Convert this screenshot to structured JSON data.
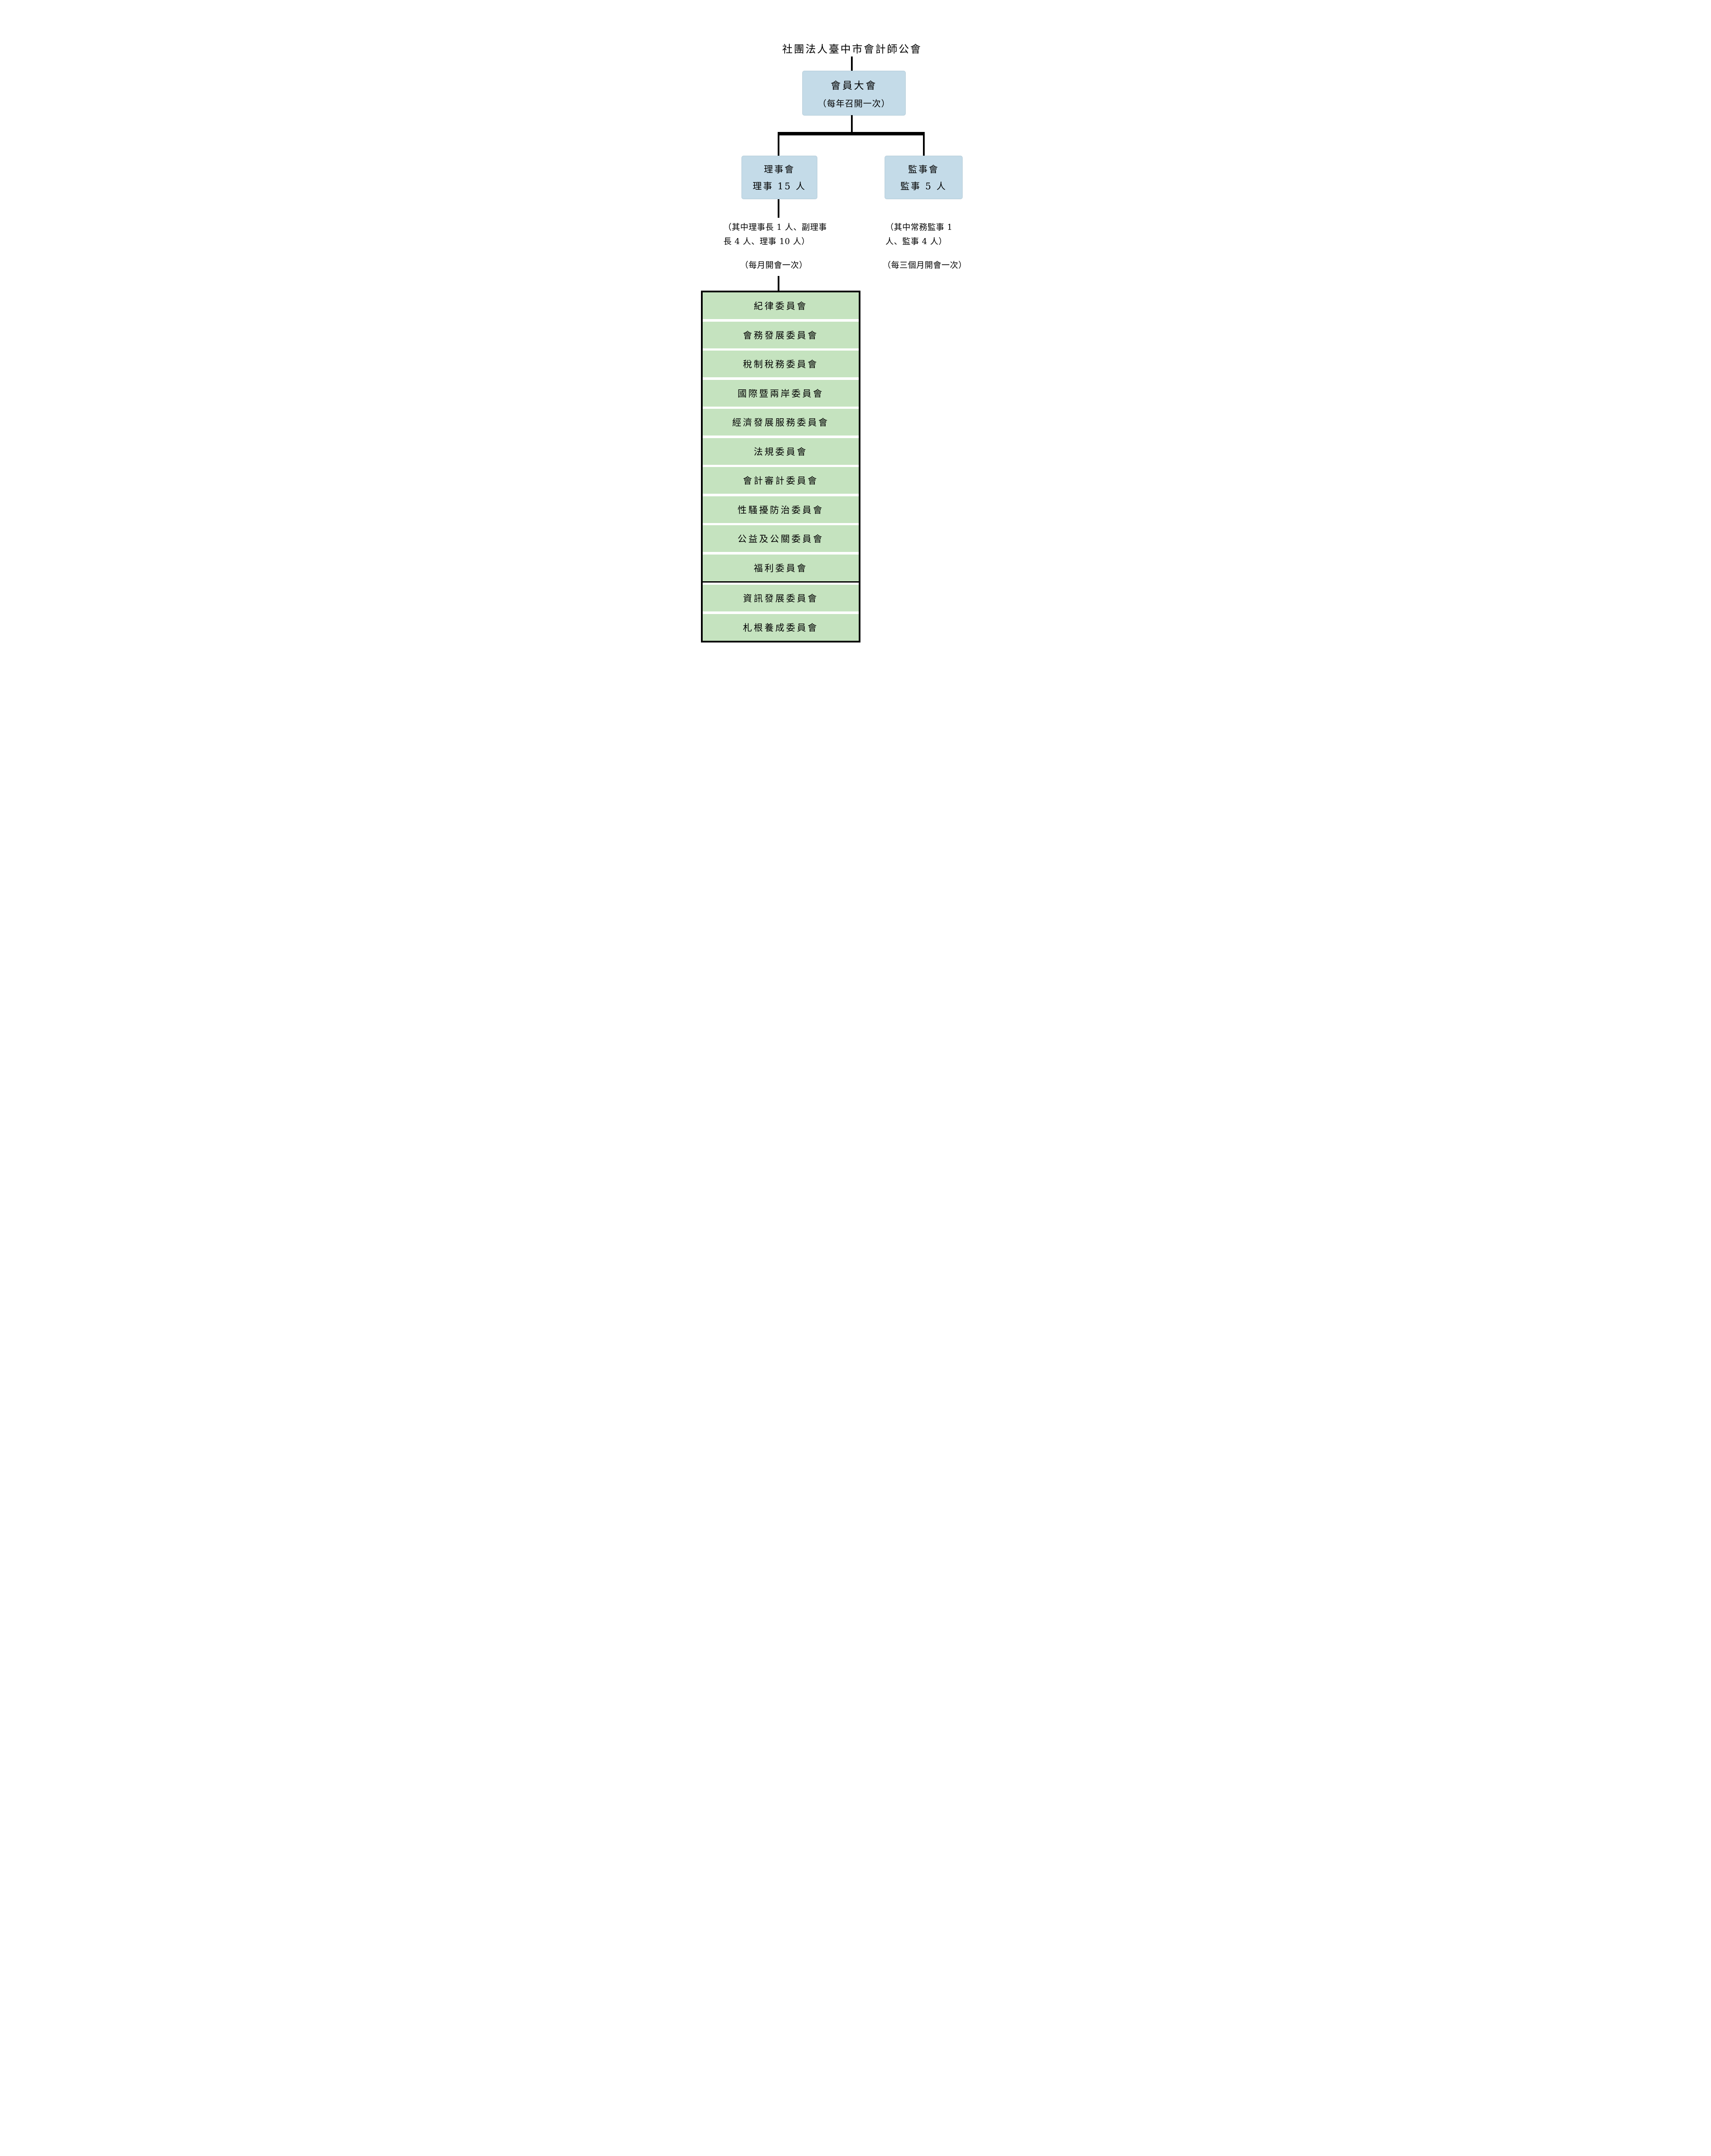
{
  "title": "社團法人臺中市會計師公會",
  "nodes": {
    "assembly": {
      "line1": "會員大會",
      "line2": "（每年召開一次）"
    },
    "board": {
      "line1": "理事會",
      "line2": "理事 15 人"
    },
    "supervisors": {
      "line1": "監事會",
      "line2": "監事 5 人"
    }
  },
  "annotations": {
    "board_note_line1": "（其中理事長 1 人、副理事",
    "board_note_line2": "長 4 人、理事 10 人）",
    "board_meeting": "（每月開會一次）",
    "supervisor_note_line1": "（其中常務監事 1",
    "supervisor_note_line2": "人、監事 4 人）",
    "supervisor_meeting": "（每三個月開會一次）"
  },
  "committees": [
    "紀律委員會",
    "會務發展委員會",
    "稅制稅務委員會",
    "國際暨兩岸委員會",
    "經濟發展服務委員會",
    "法規委員會",
    "會計審計委員會",
    "性騷擾防治委員會",
    "公益及公關委員會",
    "福利委員會",
    "資訊發展委員會",
    "札根養成委員會"
  ],
  "divider_after_committee_index": 9,
  "colors": {
    "box_blue": "#c4dbe8",
    "box_green": "#c5e3bf",
    "line_black": "#000000"
  }
}
